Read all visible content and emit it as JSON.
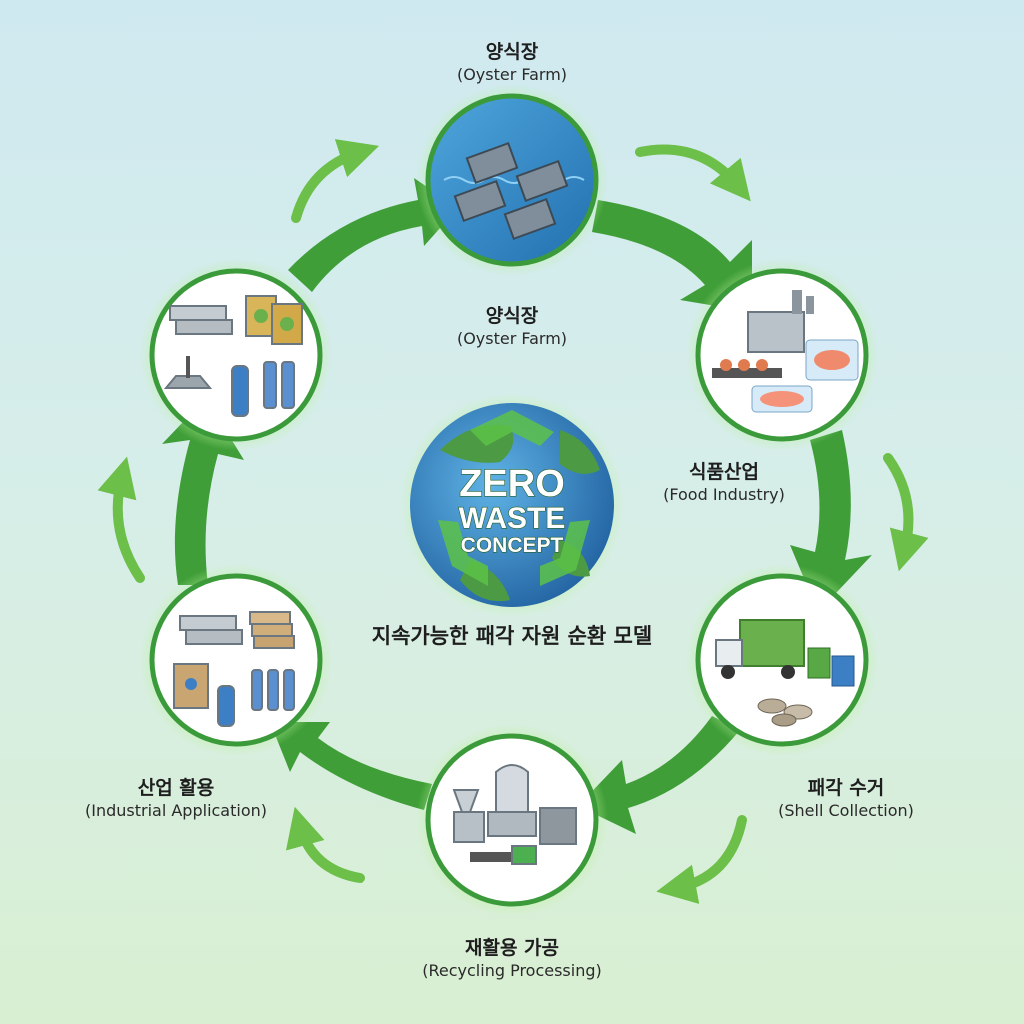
{
  "center": {
    "globe_line1": "ZERO",
    "globe_line2": "WASTE",
    "globe_line3": "CONCEPT",
    "title": "지속가능한 패각 자원 순환 모델"
  },
  "labels": {
    "top_above": {
      "ko": "양식장",
      "en": "(Oyster Farm)"
    },
    "top_below": {
      "ko": "양식장",
      "en": "(Oyster Farm)"
    },
    "food": {
      "ko": "식품산업",
      "en": "(Food Industry)"
    },
    "collection": {
      "ko": "패각 수거",
      "en": "(Shell Collection)"
    },
    "recycling": {
      "ko": "재활용 가공",
      "en": "(Recycling Processing)"
    },
    "industrial": {
      "ko": "산업 활용",
      "en": "(Industrial Application)"
    }
  },
  "icons": [
    "oyster-farm-icon",
    "food-factory-icon",
    "collection-truck-icon",
    "recycling-machine-icon",
    "industrial-materials-icon",
    "building-materials-icon",
    "recycle-globe-icon"
  ],
  "colors": {
    "arrow_green": "#3f9e37",
    "arrow_light": "#7cc653",
    "circle_border": "#3b9a3a",
    "water": "#2e86c1"
  }
}
